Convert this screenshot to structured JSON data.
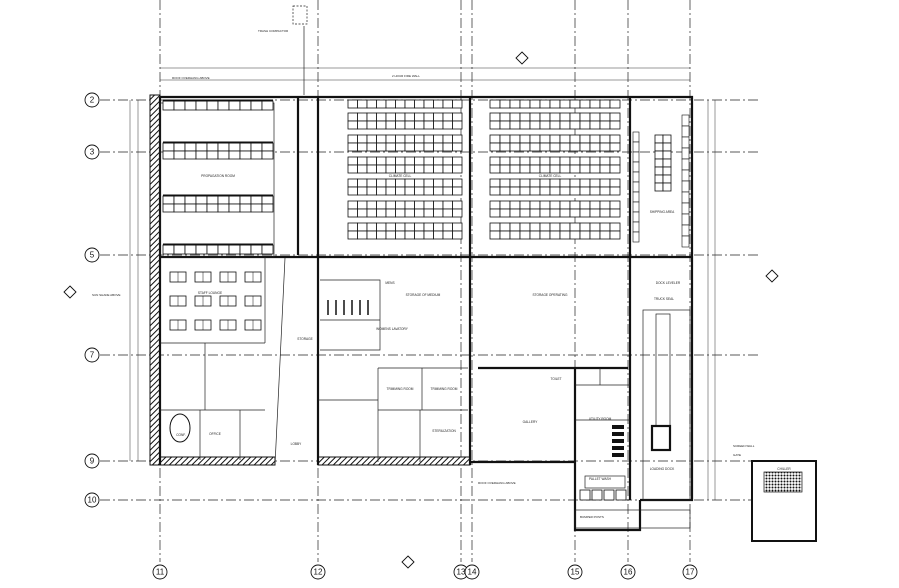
{
  "plan": {
    "column_grid": [
      "11",
      "12",
      "13",
      "14",
      "15",
      "16",
      "17"
    ],
    "row_grid": [
      "2",
      "3",
      "5",
      "7",
      "9",
      "10"
    ],
    "rooms": [
      "PROPAGATION ROOM",
      "CLIMATE CELL",
      "CLIMATE CELL",
      "SHIPPING AREA",
      "STORAGE OF MEDIUM",
      "STORAGE OPERATING",
      "MENS",
      "WOMENS LAVATORY",
      "STAFF LOUNGE",
      "OFFICE",
      "LOBBY",
      "GALLERY",
      "UTILITY ROOM",
      "LOADING DOCK",
      "PALLET WASH",
      "CHILLER",
      "TRIMMING ROOM",
      "TRIMMING ROOM",
      "STERILIZATION",
      "DOCK LEVELER",
      "TRUCK SEAL",
      "TOILET",
      "CONF.",
      "STORAGE"
    ],
    "notes": [
      "TRASH COMPACTOR",
      "ROOF OVERHANG ABOVE",
      "2 HOUR FIRE WALL",
      "ROOF OVERHANG ABOVE",
      "BUMPER POSTS",
      "SCREEN WALL",
      "GATE",
      "SUN SHADE ABOVE"
    ],
    "colors": {
      "line": "#111111",
      "background": "#ffffff"
    }
  }
}
